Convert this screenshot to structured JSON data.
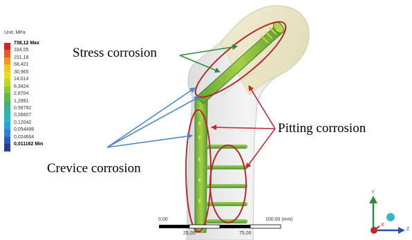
{
  "legend": {
    "unit": "Unit: MPa",
    "entries": [
      {
        "label": "738,12 Max",
        "color": "#d4232a",
        "bold": true
      },
      {
        "label": "334,05",
        "color": "#e8582a",
        "bold": false
      },
      {
        "label": "151,18",
        "color": "#f29426",
        "bold": false
      },
      {
        "label": "68,421",
        "color": "#f6c223",
        "bold": false
      },
      {
        "label": "30,965",
        "color": "#e6dd27",
        "bold": false
      },
      {
        "label": "14,014",
        "color": "#bcd62d",
        "bold": false
      },
      {
        "label": "6,3424",
        "color": "#8fc53a",
        "bold": false
      },
      {
        "label": "2,8704",
        "color": "#5fb64a",
        "bold": false
      },
      {
        "label": "1,2991",
        "color": "#3fb070",
        "bold": false
      },
      {
        "label": "0,58792",
        "color": "#36b3a0",
        "bold": false
      },
      {
        "label": "0,26607",
        "color": "#2fb3c6",
        "bold": false
      },
      {
        "label": "0,12042",
        "color": "#2a9fdd",
        "bold": false
      },
      {
        "label": "0,054498",
        "color": "#2f7ed1",
        "bold": false
      },
      {
        "label": "0,024664",
        "color": "#3158b4",
        "bold": false
      },
      {
        "label": "0,011162 Min",
        "color": "#2a3c92",
        "bold": true
      }
    ]
  },
  "annotations": {
    "stress": "Stress corrosion",
    "pitting": "Pitting corrosion",
    "crevice": "Crevice corrosion"
  },
  "scale_bar": {
    "ticks_top": [
      "0,00",
      "100,00 (mm)"
    ],
    "ticks_bottom": [
      "25,00",
      "75,00"
    ]
  },
  "axes": {
    "x": "X",
    "y": "Y",
    "z": "Z"
  },
  "colors": {
    "stress_arrow": "#2e8b3a",
    "pitting_arrow": "#c0282d",
    "crevice_arrow": "#4a86c8",
    "ellipse": "#b22a2a",
    "implant": "#7fc03a"
  }
}
